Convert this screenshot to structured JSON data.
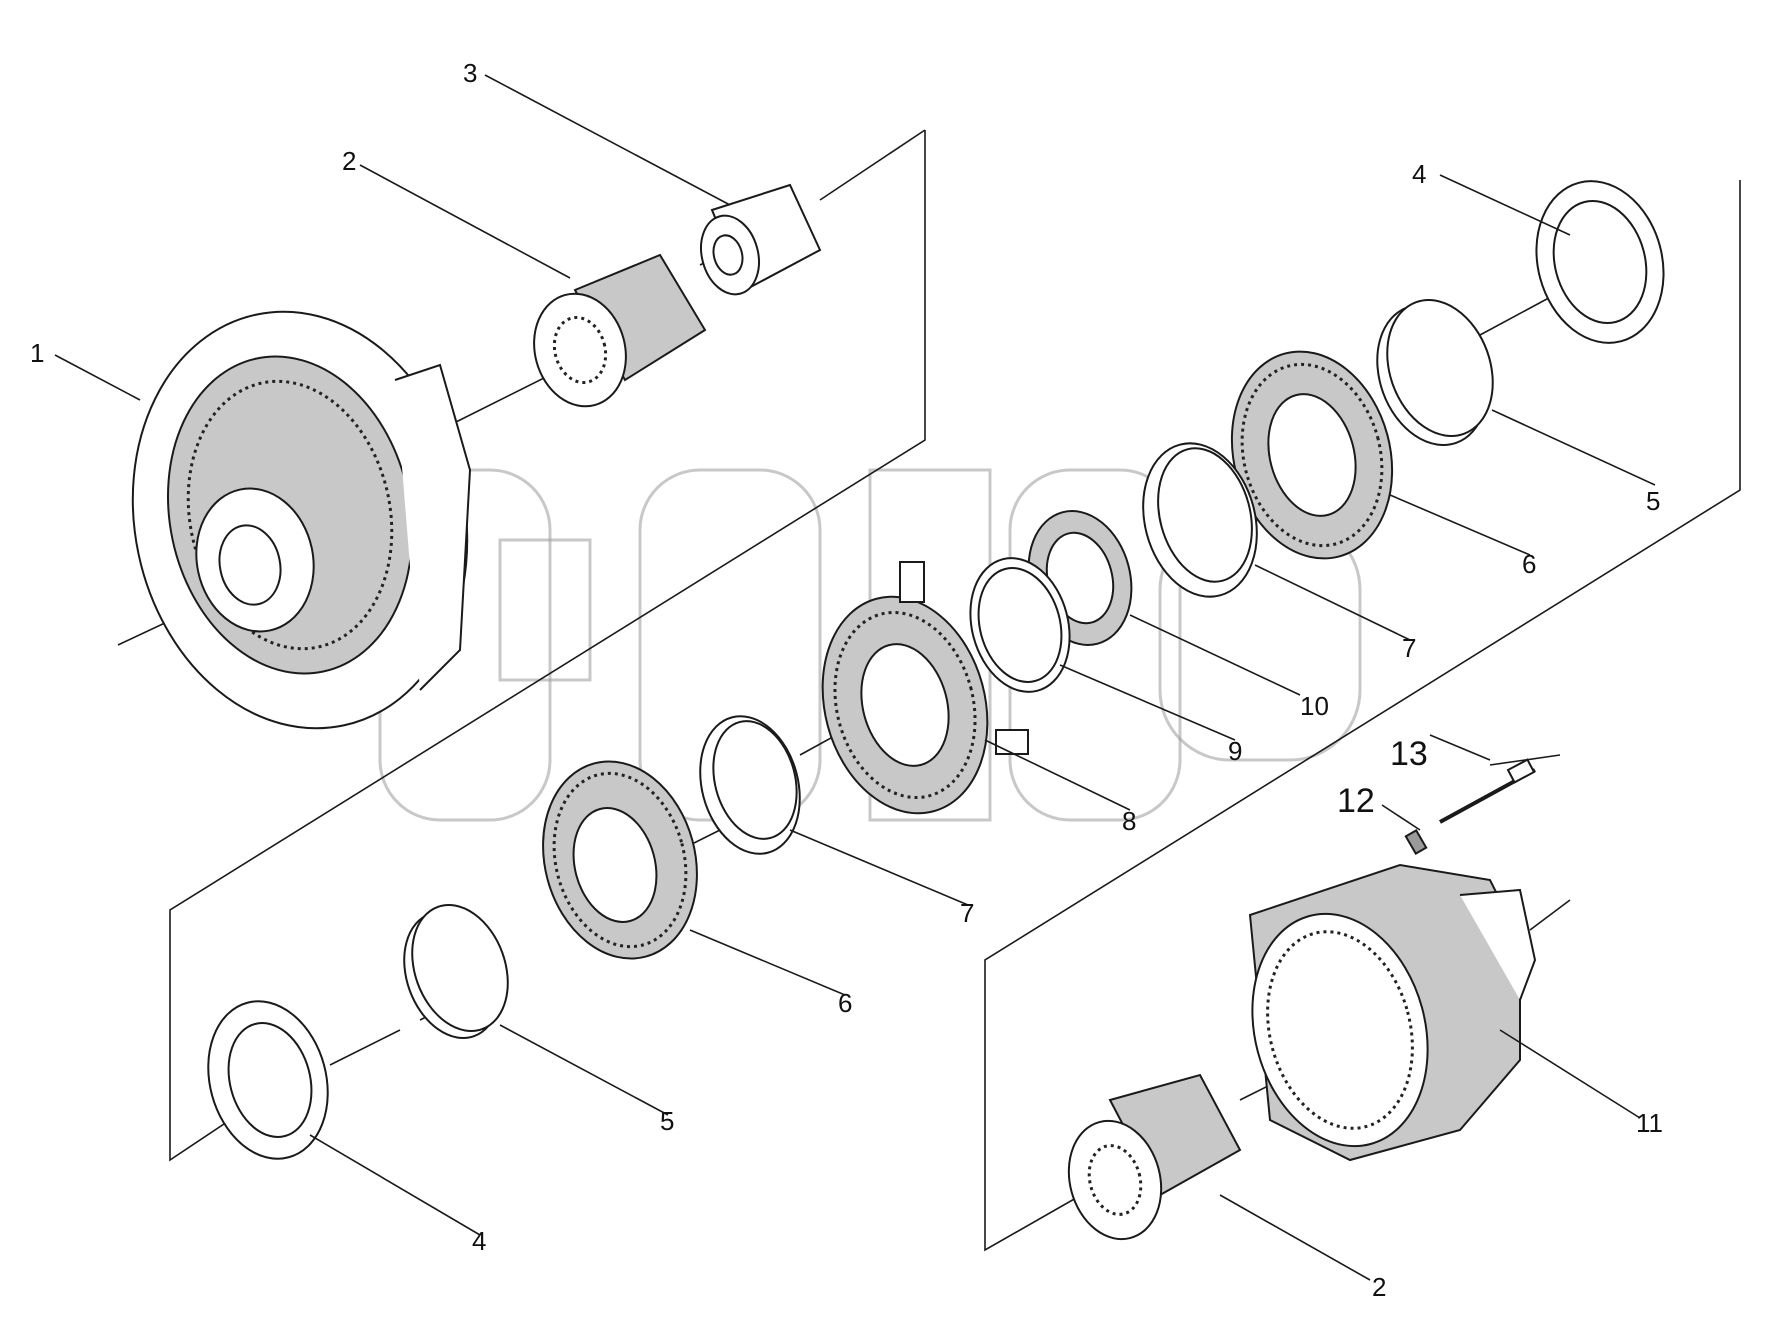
{
  "callouts": {
    "c1": "1",
    "c2_top": "2",
    "c3": "3",
    "c4_right": "4",
    "c5_right": "5",
    "c6_right": "6",
    "c7_right": "7",
    "c10": "10",
    "c9": "9",
    "c8": "8",
    "c7_left": "7",
    "c6_left": "6",
    "c5_left": "5",
    "c4_left": "4",
    "c13": "13",
    "c12": "12",
    "c11": "11",
    "c2_bottom": "2"
  },
  "colors": {
    "line": "#1a1a1a",
    "background": "#ffffff",
    "watermark": "#9a9a9a"
  }
}
